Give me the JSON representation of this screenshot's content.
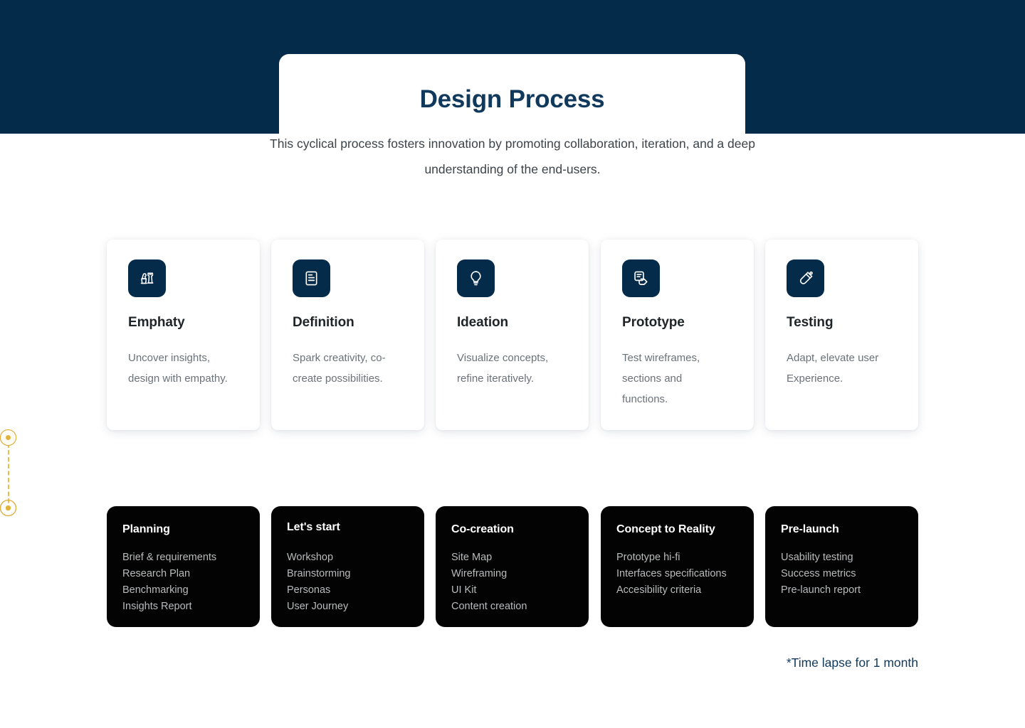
{
  "header": {
    "title": "Design Process",
    "subtitle": "This cyclical process fosters innovation by promoting collaboration, iteration, and a deep understanding of the end-users.",
    "band_color": "#042b49",
    "title_color": "#11395c"
  },
  "phases": [
    {
      "icon": "chess-pieces-icon",
      "title": "Emphaty",
      "description": "Uncover insights, design with empathy."
    },
    {
      "icon": "document-text-icon",
      "title": "Definition",
      "description": "Spark creativity, co-create possibilities."
    },
    {
      "icon": "lightbulb-icon",
      "title": "Ideation",
      "description": "Visualize concepts, refine iteratively."
    },
    {
      "icon": "wireframe-layout-icon",
      "title": "Prototype",
      "description": "Test wireframes, sections and functions."
    },
    {
      "icon": "test-tube-icon",
      "title": "Testing",
      "description": "Adapt, elevate user Experience."
    }
  ],
  "deliverables": [
    {
      "title": "Planning",
      "items": [
        "Brief & requirements",
        "Research Plan",
        "Benchmarking",
        "Insights Report"
      ]
    },
    {
      "title": "Let's start",
      "items": [
        "Workshop",
        "Brainstorming",
        "Personas",
        "User Journey"
      ]
    },
    {
      "title": "Co-creation",
      "items": [
        "Site Map",
        "Wireframing",
        "UI Kit",
        "Content creation"
      ]
    },
    {
      "title": "Concept to Reality",
      "items": [
        "Prototype hi-fi",
        "Interfaces specifications",
        "Accesibility criteria"
      ]
    },
    {
      "title": "Pre-launch",
      "items": [
        "Usability testing",
        "Success metrics",
        "Pre-launch report"
      ]
    }
  ],
  "connector": {
    "accent_color": "#e0b33c",
    "style": "dashed"
  },
  "footer": {
    "note": "*Time lapse for 1 month"
  }
}
